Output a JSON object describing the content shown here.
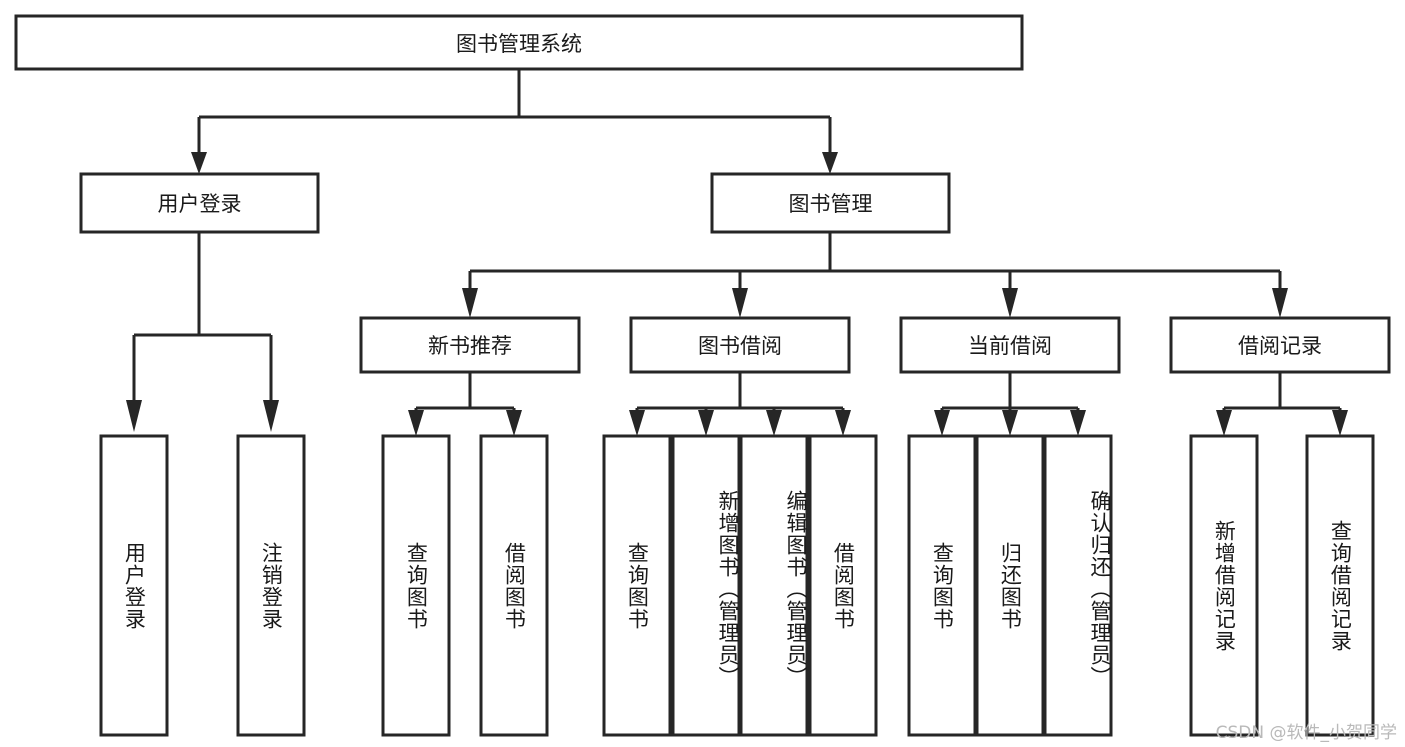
{
  "diagram": {
    "title": "图书管理系统",
    "type": "tree-hierarchy",
    "watermark": "CSDN @软件_小贺同学",
    "root": {
      "id": "root",
      "label": "图书管理系统",
      "orientation": "horizontal"
    },
    "level2": [
      {
        "id": "user-login",
        "label": "用户登录",
        "orientation": "horizontal"
      },
      {
        "id": "book-manage",
        "label": "图书管理",
        "orientation": "horizontal"
      }
    ],
    "level3": [
      {
        "id": "new-book-recommend",
        "label": "新书推荐",
        "orientation": "horizontal",
        "parent": "book-manage"
      },
      {
        "id": "book-borrow",
        "label": "图书借阅",
        "orientation": "horizontal",
        "parent": "book-manage"
      },
      {
        "id": "current-borrow",
        "label": "当前借阅",
        "orientation": "horizontal",
        "parent": "book-manage"
      },
      {
        "id": "borrow-record",
        "label": "借阅记录",
        "orientation": "horizontal",
        "parent": "book-manage"
      }
    ],
    "leaves": [
      {
        "id": "leaf-user-login",
        "label": "用户登录",
        "parent": "user-login",
        "orientation": "vertical"
      },
      {
        "id": "leaf-logout",
        "label": "注销登录",
        "parent": "user-login",
        "orientation": "vertical"
      },
      {
        "id": "leaf-query-book-1",
        "label": "查询图书",
        "parent": "new-book-recommend",
        "orientation": "vertical"
      },
      {
        "id": "leaf-borrow-book-1",
        "label": "借阅图书",
        "parent": "new-book-recommend",
        "orientation": "vertical"
      },
      {
        "id": "leaf-query-book-2",
        "label": "查询图书",
        "parent": "book-borrow",
        "orientation": "vertical"
      },
      {
        "id": "leaf-add-book",
        "label": "新增图书（管理员）",
        "parent": "book-borrow",
        "orientation": "vertical"
      },
      {
        "id": "leaf-edit-book",
        "label": "编辑图书（管理员）",
        "parent": "book-borrow",
        "orientation": "vertical"
      },
      {
        "id": "leaf-borrow-book-2",
        "label": "借阅图书",
        "parent": "book-borrow",
        "orientation": "vertical"
      },
      {
        "id": "leaf-query-book-3",
        "label": "查询图书",
        "parent": "current-borrow",
        "orientation": "vertical"
      },
      {
        "id": "leaf-return-book",
        "label": "归还图书",
        "parent": "current-borrow",
        "orientation": "vertical"
      },
      {
        "id": "leaf-confirm-return",
        "label": "确认归还（管理员）",
        "parent": "current-borrow",
        "orientation": "vertical"
      },
      {
        "id": "leaf-add-record",
        "label": "新增借阅记录",
        "parent": "borrow-record",
        "orientation": "vertical"
      },
      {
        "id": "leaf-query-record",
        "label": "查询借阅记录",
        "parent": "borrow-record",
        "orientation": "vertical"
      }
    ],
    "colors": {
      "stroke": "#262626",
      "fill": "#ffffff",
      "text": "#1a1a1a",
      "watermark": "#b9b9b9",
      "background": "#ffffff"
    }
  }
}
